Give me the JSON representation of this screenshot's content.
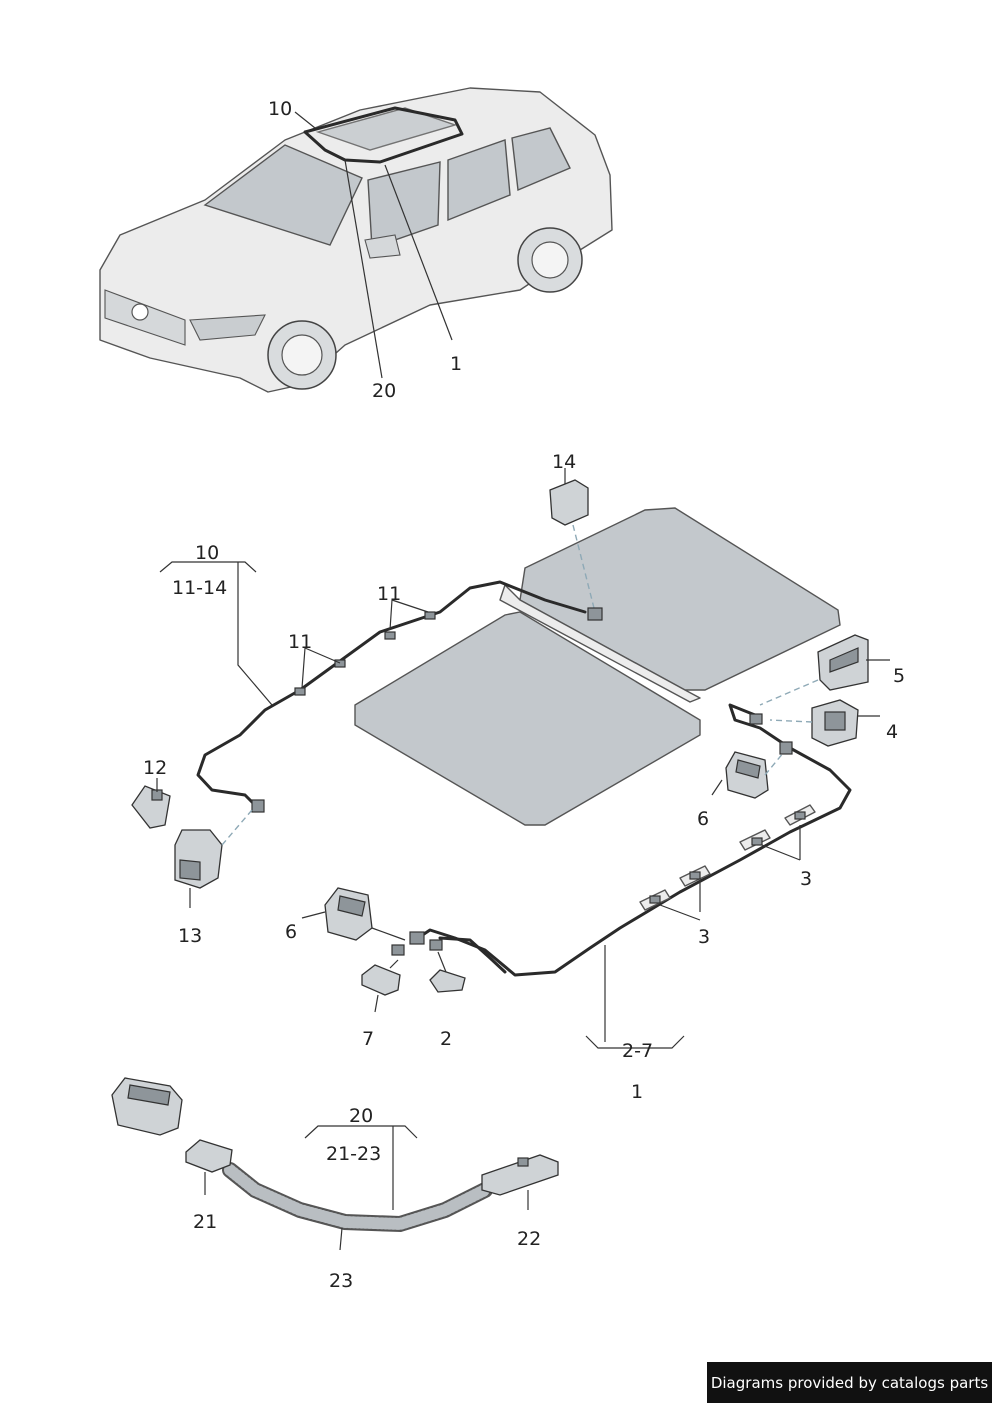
{
  "labels": {
    "car_10": "10",
    "car_1": "1",
    "car_20": "20",
    "p14": "14",
    "p10": "10",
    "p11_14": "11-14",
    "p11a": "11",
    "p11b": "11",
    "p12": "12",
    "p13": "13",
    "p5": "5",
    "p4": "4",
    "p6a": "6",
    "p3a": "3",
    "p3b": "3",
    "p6b": "6",
    "p7": "7",
    "p2": "2",
    "p2_7": "2-7",
    "p1": "1",
    "p20": "20",
    "p21_23": "21-23",
    "p21": "21",
    "p22": "22",
    "p23": "23"
  },
  "footer": {
    "text": "Diagrams provided by catalogs parts"
  },
  "colors": {
    "glass": "#c3c8cc",
    "wire": "#2a2a2a",
    "footer_bg": "#111111",
    "leader": "#333333"
  }
}
